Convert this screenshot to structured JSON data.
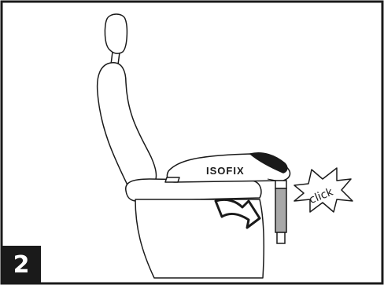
{
  "step": {
    "number": "2"
  },
  "base": {
    "brand_label": "ISOFIX"
  },
  "callout": {
    "sound_text": "click"
  },
  "icons": [
    "car-seat",
    "isofix-base",
    "insertion-arrow",
    "isofix-anchor",
    "click-burst"
  ],
  "colors": {
    "line": "#1a1a1a",
    "background": "#ffffff",
    "anchor_fill": "#a8a8a8"
  }
}
